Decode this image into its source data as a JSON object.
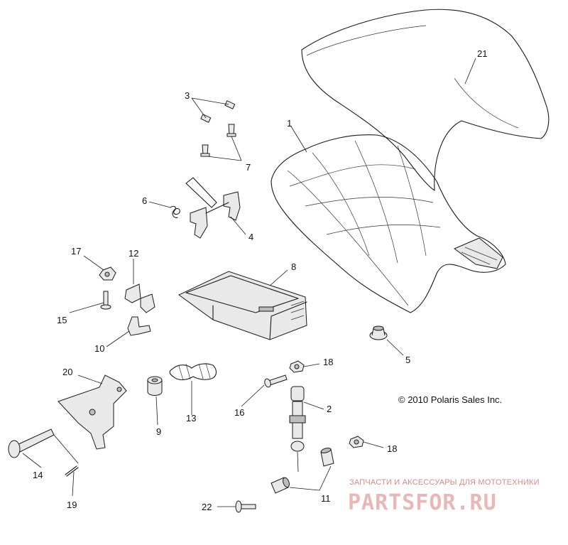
{
  "labels": [
    "21",
    "1",
    "3",
    "7",
    "6",
    "4",
    "17",
    "12",
    "8",
    "15",
    "10",
    "5",
    "18",
    "20",
    "16",
    "2",
    "9",
    "13",
    "14",
    "18",
    "19",
    "11",
    "22"
  ],
  "copyright": "© 2010 Polaris Sales Inc.",
  "watermark": {
    "tagline": "ЗАПЧАСТИ И АКСЕССУАРЫ ДЛЯ МОТОТЕХНИКИ",
    "brand": "PARTSFOR.RU"
  }
}
